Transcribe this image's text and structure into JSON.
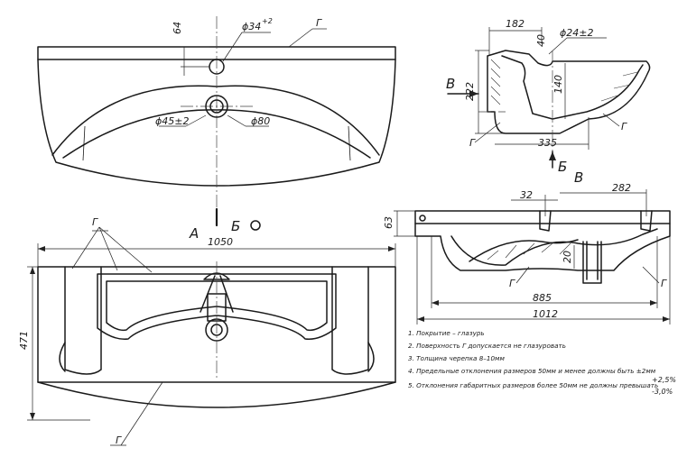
{
  "top_view": {
    "dim_height": "64",
    "dim_tap_hole": "ϕ34",
    "dim_tap_hole_tol": "+2",
    "dim_drain": "ϕ45±2",
    "dim_drain_outer": "ϕ80",
    "label_g": "Г",
    "view_a": "А",
    "view_b": "Б",
    "dim_width": "1050"
  },
  "side_section": {
    "dim_top": "182",
    "dim_step": "40",
    "dim_hole": "ϕ24±2",
    "dim_height": "222",
    "dim_inner": "140",
    "dim_base": "335",
    "label_b_view": "В",
    "label_b_arrow": "Б",
    "label_g1": "Г",
    "label_g2": "Г"
  },
  "front_view": {
    "label_g": "Г",
    "dim_depth": "471",
    "label_g_bottom": "Г"
  },
  "rear_section": {
    "title": "В",
    "dim_32": "32",
    "dim_282": "282",
    "dim_63": "63",
    "dim_20": "20",
    "dim_885": "885",
    "dim_1012": "1012",
    "label_g1": "Г",
    "label_g2": "Г"
  },
  "notes": [
    "1. Покрытие – глазурь",
    "2. Поверхность Г допускается не глазуровать",
    "3. Толщина черепка 8–10мм",
    "4. Предельные отклонения размеров 50мм и менее должны быть ±2мм",
    "5. Отклонения габаритных размеров более 50мм не должны превышать"
  ],
  "tolerance_plus": "+2,5%",
  "tolerance_minus": "-3,0%"
}
